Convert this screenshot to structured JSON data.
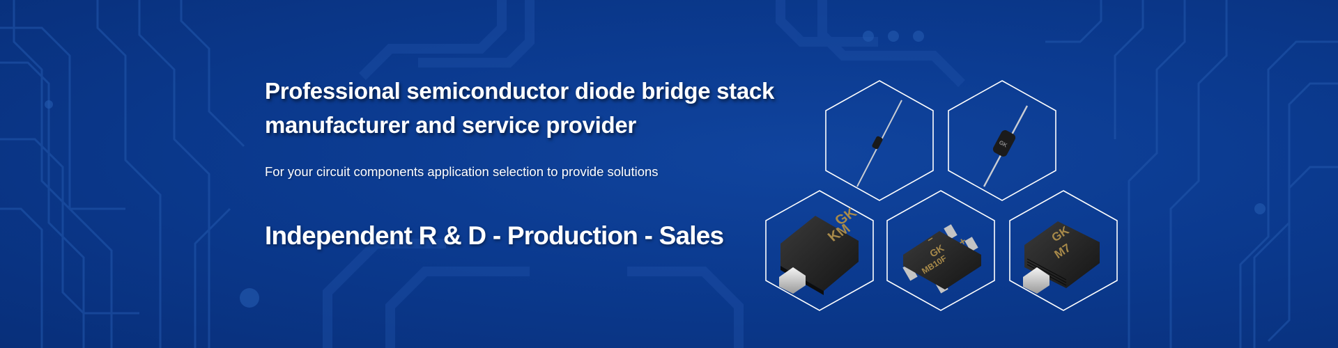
{
  "banner": {
    "headline_line1": "Professional semiconductor diode bridge stack",
    "headline_line2": "manufacturer and service provider",
    "subline": "For your circuit components application selection to provide solutions",
    "tagline": "Independent R & D - Production - Sales"
  },
  "products": [
    {
      "name": "axial-lead diode small",
      "marking": ""
    },
    {
      "name": "axial-lead diode large",
      "marking": "GK"
    },
    {
      "name": "smd diode",
      "marking_line1": "GK",
      "marking_line2": "KM"
    },
    {
      "name": "smd bridge rectifier",
      "marking_line1": "GK",
      "marking_line2": "MB10F",
      "minus": "−",
      "plus": "+"
    },
    {
      "name": "smd rectifier",
      "marking_line1": "GK",
      "marking_line2": "M7"
    }
  ],
  "colors": {
    "background": "#0b3a8f",
    "trace": "#2a62b8",
    "text": "#ffffff",
    "hex_outline": "#ffffff"
  }
}
